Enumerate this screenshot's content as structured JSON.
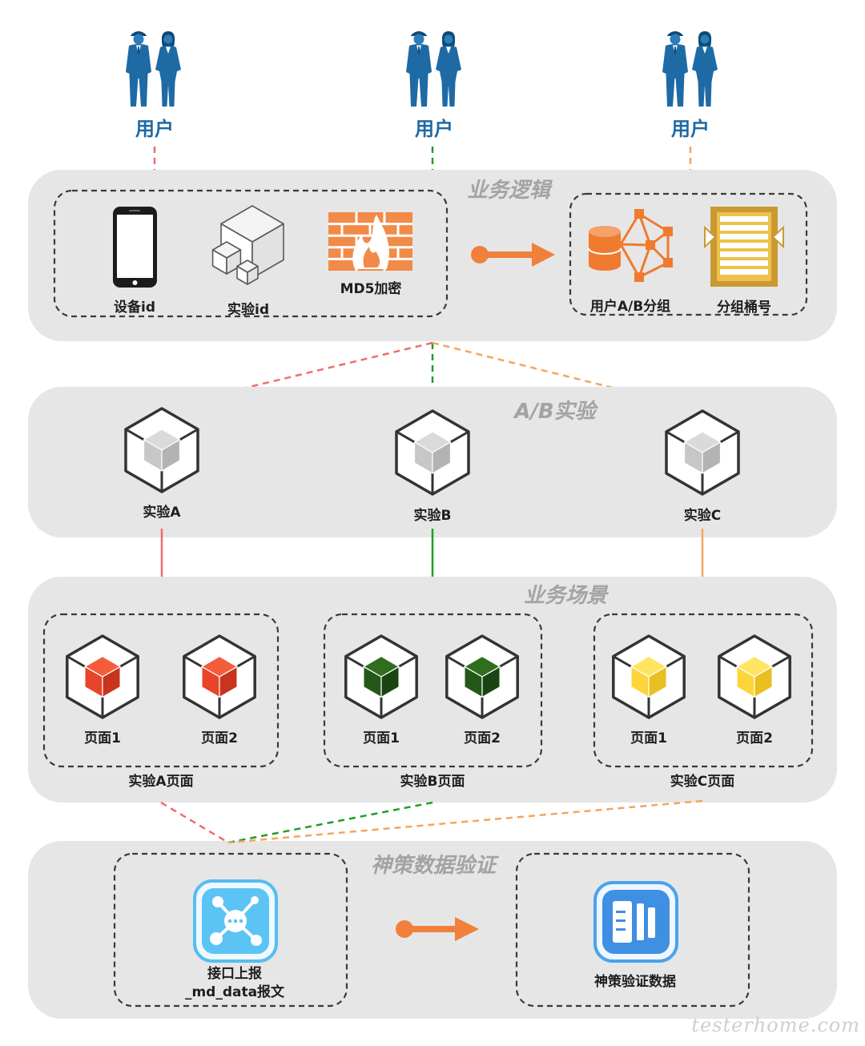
{
  "users": [
    {
      "label": "用户",
      "icon": "business-people-icon"
    },
    {
      "label": "用户",
      "icon": "business-people-icon"
    },
    {
      "label": "用户",
      "icon": "business-people-icon"
    }
  ],
  "business_logic": {
    "title": "业务逻辑",
    "inputs": [
      {
        "label": "设备id",
        "icon": "smartphone-icon"
      },
      {
        "label": "实验id",
        "icon": "cubes-icon"
      },
      {
        "label": "MD5加密",
        "icon": "firewall-icon"
      }
    ],
    "arrow_icon": "arrow-right-icon",
    "outputs": [
      {
        "label": "用户A/B分组",
        "icon": "database-network-icon"
      },
      {
        "label": "分组桶号",
        "icon": "bucket-list-icon"
      }
    ]
  },
  "ab_test": {
    "title": "A/B实验",
    "experiments": [
      {
        "label": "实验A",
        "icon": "cube-icon",
        "cube_color": "gray"
      },
      {
        "label": "实验B",
        "icon": "cube-icon",
        "cube_color": "gray"
      },
      {
        "label": "实验C",
        "icon": "cube-icon",
        "cube_color": "gray"
      }
    ]
  },
  "business_scenarios": {
    "title": "业务场景",
    "groups": [
      {
        "label": "实验A页面",
        "pages": [
          "页面1",
          "页面2"
        ],
        "cube_color": "red"
      },
      {
        "label": "实验B页面",
        "pages": [
          "页面1",
          "页面2"
        ],
        "cube_color": "green"
      },
      {
        "label": "实验C页面",
        "pages": [
          "页面1",
          "页面2"
        ],
        "cube_color": "yellow"
      }
    ]
  },
  "data_verification": {
    "title": "神策数据验证",
    "report": {
      "lines": [
        "接口上报",
        "_md_data报文"
      ],
      "icon": "api-network-icon"
    },
    "arrow_icon": "arrow-right-icon",
    "result": {
      "label": "神策验证数据",
      "icon": "analytics-icon"
    }
  },
  "colors": {
    "band": "#e6e6e6",
    "band_title": "#a3a3a3",
    "user": "#1d6aa5",
    "path_a": "#f26b6b",
    "path_b": "#1f9e2a",
    "path_c": "#f5a55b",
    "arrow": "#f0803c",
    "cubes": {
      "gray": [
        "#dadada",
        "#c7c7c7",
        "#b3b3b3"
      ],
      "red": [
        "#f45c3c",
        "#e8442a",
        "#c9341d"
      ],
      "green": [
        "#2f6e1f",
        "#24581a",
        "#1a4512"
      ],
      "yellow": [
        "#ffe462",
        "#fdd53a",
        "#e9bf21"
      ]
    }
  },
  "watermark": "testerhome.com"
}
